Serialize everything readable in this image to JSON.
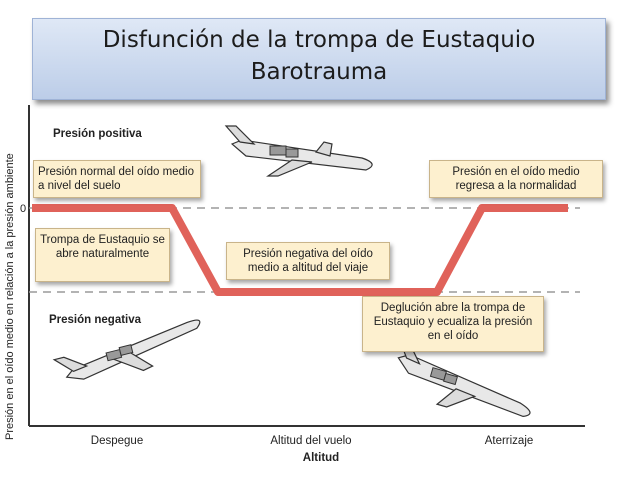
{
  "slide": {
    "title_line1": "Disfunción de la trompa de Eustaquio",
    "title_line2": "Barotrauma"
  },
  "diagram": {
    "y_axis_label": "Presión en el oído medio en relación a la presión ambiente",
    "y_zero_label": "0",
    "x_axis_label": "Altitud",
    "x_ticks": [
      "Despegue",
      "Altitud del vuelo",
      "Aterrizaje"
    ],
    "region_positive": "Presión positiva",
    "region_negative": "Presión negativa",
    "callouts": [
      "Presión normal del oído medio a nivel del suelo",
      "Trompa de Eustaquio se abre naturalmente",
      "Presión negativa del oído medio a altitud del viaje",
      "Presión en el oído medio regresa a la normalidad",
      "Deglución abre la trompa de Eustaquio y ecualiza la presión en el oído"
    ],
    "pressure_curve": {
      "stages": [
        "ground",
        "climb",
        "cruise",
        "descent",
        "ground"
      ],
      "levels": [
        0,
        0,
        -1,
        -1,
        0
      ]
    },
    "colors": {
      "curve": "#e0625a",
      "callout_fill": "#fdf0cf",
      "title_fill": "#c9d7ee",
      "axis": "#333333",
      "dashed": "#9a9a9a",
      "plane_body": "#e8e8e8"
    }
  }
}
